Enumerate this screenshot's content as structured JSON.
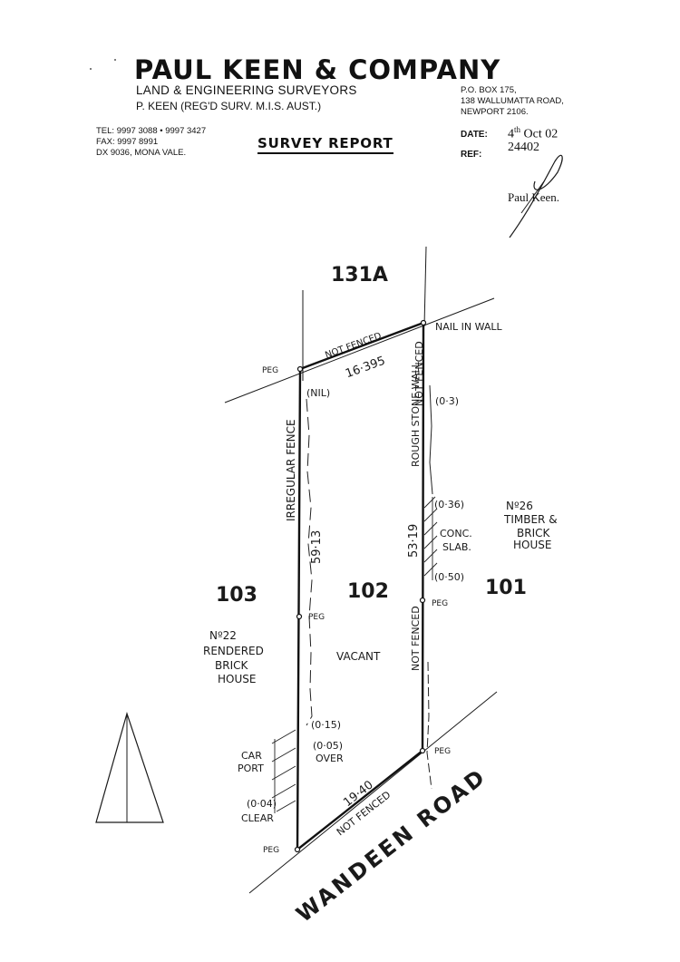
{
  "header": {
    "company": "PAUL KEEN & COMPANY",
    "subtitle": "LAND & ENGINEERING SURVEYORS",
    "principal": "P. KEEN (REG'D SURV. M.I.S. AUST.)",
    "address": [
      "P.O. BOX 175,",
      "138 WALLUMATTA ROAD,",
      "NEWPORT 2106."
    ],
    "tel": "TEL: 9997 3088 • 9997 3427",
    "fax": "FAX: 9997 8991",
    "dx": "DX 9036, MONA VALE.",
    "title": "SURVEY REPORT",
    "date_label": "DATE:",
    "date_value_day": "4",
    "date_value_sup": "th",
    "date_value_rest": " Oct 02",
    "ref_label": "REF:",
    "ref_value": "24402",
    "signature_name": "Paul Keen."
  },
  "plan": {
    "lots": {
      "north": "131A",
      "subject": "102",
      "west": "103",
      "east": "101"
    },
    "dims": {
      "north": "16·395",
      "west": "59·13",
      "east": "53·19",
      "south": "19·40"
    },
    "labels": {
      "not_fenced_north": "NOT FENCED",
      "nail_in_wall": "NAIL IN WALL",
      "not_fenced_east_upper": "NOT FENCED",
      "not_fenced_east_lower": "NOT FENCED",
      "not_fenced_south": "NOT FENCED",
      "peg": "PEG",
      "nil": "(NIL)",
      "irregular_fence": "IRREGULAR FENCE",
      "rough_stone_wall": "ROUGH STONE WALL",
      "offset_03": "(0·3)",
      "offset_036": "(0·36)",
      "offset_050": "(0·50)",
      "conc_slab": [
        "CONC.",
        "SLAB."
      ],
      "house_east": [
        "Nº26",
        "TIMBER &",
        "BRICK",
        "HOUSE"
      ],
      "house_west": [
        "Nº22",
        "RENDERED",
        "BRICK",
        "HOUSE"
      ],
      "vacant": "VACANT",
      "offset_015": "(0·15)",
      "offset_005": "(0·05)",
      "over": "OVER",
      "car_port": [
        "CAR",
        "PORT"
      ],
      "offset_004": "(0·04)",
      "clear": "CLEAR",
      "road": "WANDEEN ROAD"
    }
  }
}
